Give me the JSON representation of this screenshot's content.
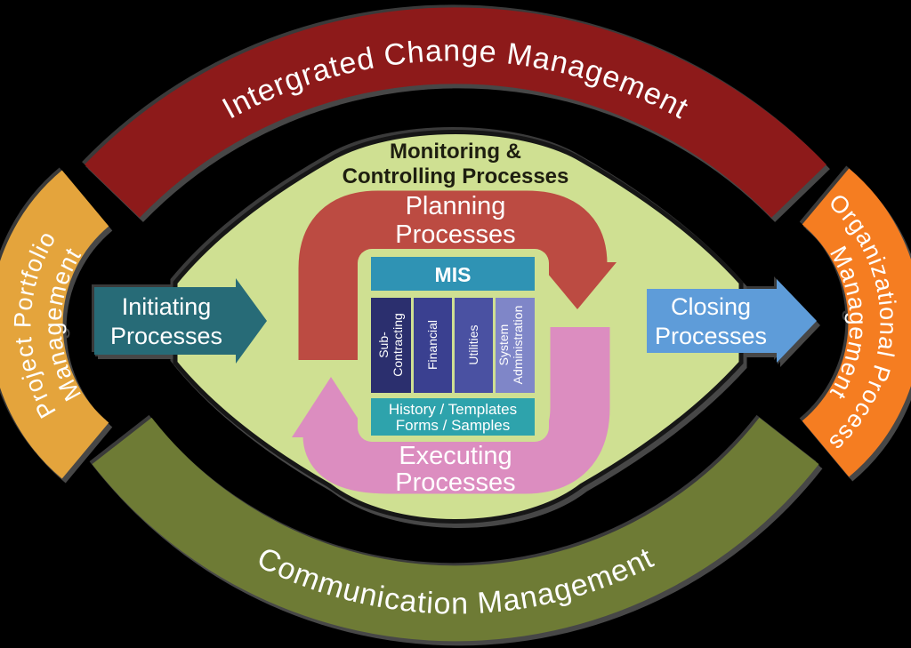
{
  "canvas": {
    "background": "#000000",
    "ellipse_color": "#CFE092",
    "ellipse_outline": "#161616"
  },
  "outer_arcs": {
    "top": {
      "label": "Intergrated Change Management",
      "color": "#8D1A1A"
    },
    "bottom": {
      "label": "Communication Management",
      "color": "#6E7B35"
    },
    "left": {
      "line1": "Project Portfolio",
      "line2": "Management",
      "color": "#E4A43C"
    },
    "right": {
      "line1": "Organizational Process",
      "line2": "Management",
      "color": "#F57D21"
    }
  },
  "process_groups": {
    "monitoring": {
      "line1": "Monitoring &",
      "line2": "Controlling Processes"
    },
    "planning": {
      "line1": "Planning",
      "line2": "Processes",
      "color": "#BC4B42"
    },
    "executing": {
      "line1": "Executing",
      "line2": "Processes",
      "color": "#DC8DC0"
    },
    "initiating": {
      "line1": "Initiating",
      "line2": "Processes",
      "color": "#276B77"
    },
    "closing": {
      "line1": "Closing",
      "line2": "Processes",
      "color": "#5E9CD9"
    }
  },
  "mis_box": {
    "header": "MIS",
    "header_color": "#2F93B4",
    "columns": [
      {
        "line1": "Sub-",
        "line2": "Contracting",
        "color": "#2B2F6E"
      },
      {
        "label": "Financial",
        "color": "#3A4090"
      },
      {
        "label": "Utilities",
        "color": "#4A51A2"
      },
      {
        "line1": "System",
        "line2": "Administration",
        "color": "#7F86C8"
      }
    ],
    "footer_line1": "History / Templates",
    "footer_line2": "Forms / Samples",
    "footer_color": "#2EA3AC"
  }
}
